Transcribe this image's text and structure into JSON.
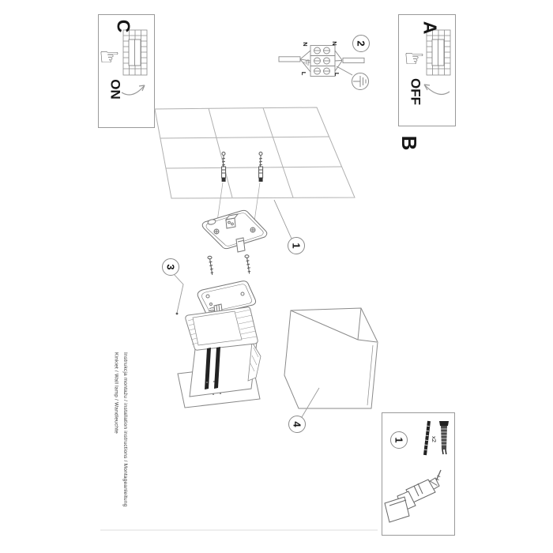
{
  "page": {
    "title_line": "Instrukcja montażu / installation instructions / Montageanleitung",
    "subtitle_line": "Kinkiet / Wall lamp / Wandleuchte"
  },
  "labels": {
    "section_a": "A",
    "section_b": "B",
    "section_c": "C",
    "on": "ON",
    "off": "OFF"
  },
  "steps": {
    "s1": "1",
    "s2": "2",
    "s3": "3",
    "s4": "4"
  },
  "tools_panel": {
    "number": "1",
    "quantity": "x2"
  },
  "wiring": {
    "n_left": "N",
    "n_right": "N",
    "l_left": "L",
    "l_right": "L"
  },
  "icons": {
    "pointing_hand": "☞"
  },
  "colors": {
    "outline": "#8a8a8a",
    "grid_line": "#b0b0b0",
    "dark_ink": "#1c1c1c"
  }
}
